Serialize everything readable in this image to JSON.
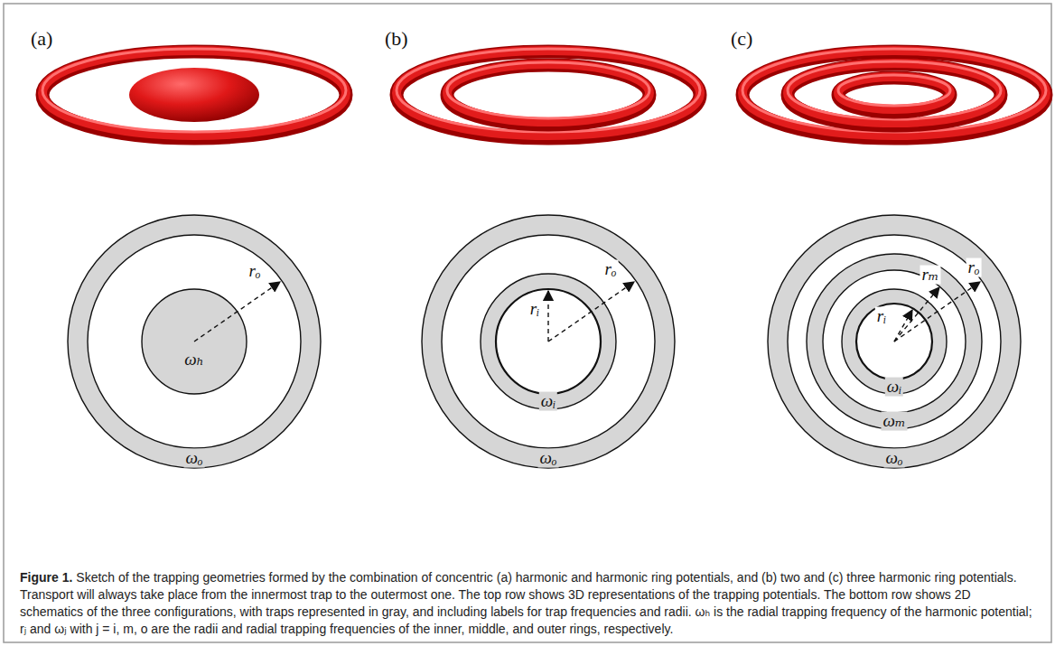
{
  "diagram": {
    "caption": "Sketch of the trapping geometries formed by the combination of concentric (a) harmonic and harmonic ring potentials, and (b) two and (c) three harmonic ring potentials. Transport will always take place from the innermost trap to the outermost one. The top row shows 3D representations of the trapping potentials. The bottom row shows 2D schematics of the three configurations, with traps represented in gray, and including labels for trap frequencies and radii. ωₕ is the radial trapping frequency of the harmonic potential; rⱼ and ωⱼ with j = i, m, o are the radii and radial trapping frequencies of the inner, middle, and outer rings, respectively.",
    "labels": [
      "(a)",
      "(b)",
      "(c)",
      "rₒ",
      "ωₕ",
      "ωₒ",
      "rᵢ",
      "rₒ",
      "ωᵢ",
      "ωₒ",
      "rᵢ",
      "rₘ",
      "rₒ",
      "ωᵢ",
      "ωₘ",
      "ωₒ",
      "Figure 1."
    ]
  }
}
